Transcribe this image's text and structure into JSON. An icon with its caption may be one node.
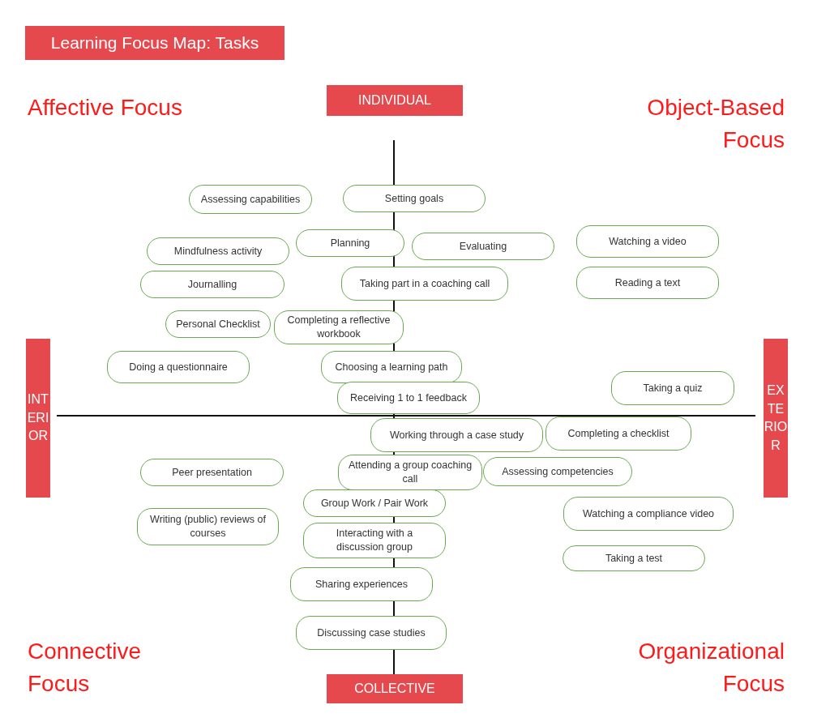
{
  "diagram": {
    "title": "Learning Focus Map: Tasks",
    "nodes": [
      {
        "text": [
          "INDIVIDUAL"
        ]
      },
      {
        "text": [
          "Assessing capabilities"
        ]
      },
      {
        "text": [
          "Setting goals"
        ]
      },
      {
        "text": [
          "Mindfulness activity"
        ]
      },
      {
        "text": [
          "Planning"
        ]
      },
      {
        "text": [
          "Evaluating"
        ]
      },
      {
        "text": [
          "Watching a video"
        ]
      },
      {
        "text": [
          "Journalling"
        ]
      },
      {
        "text": [
          "Taking part in a coaching call"
        ]
      },
      {
        "text": [
          "Reading a text"
        ]
      },
      {
        "text": [
          "Personal Checklist"
        ]
      },
      {
        "text": [
          "Completing a reflective workbook"
        ]
      },
      {
        "text": [
          "INTERIOR"
        ]
      },
      {
        "text": [
          "EXTERIOR"
        ]
      },
      {
        "text": [
          "Doing a questionnaire"
        ]
      },
      {
        "text": [
          "Choosing a learning path"
        ]
      },
      {
        "text": [
          "Taking a quiz"
        ]
      },
      {
        "text": [
          "Receiving 1 to 1 feedback"
        ]
      },
      {
        "text": [
          "Working through a case study"
        ]
      },
      {
        "text": [
          "Completing a checklist"
        ]
      },
      {
        "text": [
          "Peer presentation"
        ]
      },
      {
        "text": [
          "Attending a group coaching call"
        ]
      },
      {
        "text": [
          "Assessing competencies"
        ]
      },
      {
        "text": [
          "Group Work / Pair Work"
        ]
      },
      {
        "text": [
          "Watching a compliance video"
        ]
      },
      {
        "text": [
          "Writing (public) reviews of courses"
        ]
      },
      {
        "text": [
          "Interacting with a discussion group"
        ]
      },
      {
        "text": [
          "Taking a test"
        ]
      },
      {
        "text": [
          "Sharing experiences"
        ]
      },
      {
        "text": [
          "Discussing case studies"
        ]
      },
      {
        "text": [
          "COLLECTIVE"
        ]
      }
    ],
    "labels": [
      "Affective Focus",
      "Object-Based Focus",
      "Connective Focus",
      "Organizational Focus"
    ]
  }
}
